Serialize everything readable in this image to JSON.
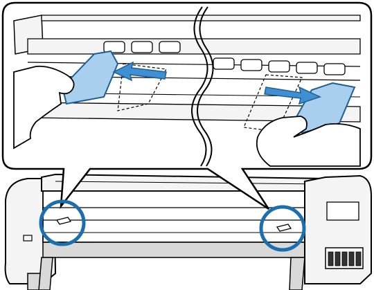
{
  "figure": {
    "subject": "printer",
    "callout_count": 2,
    "colors": {
      "outline": "#000000",
      "background": "#ffffff",
      "plate_fill": "#a8cfee",
      "plate_stroke": "#1d5f93",
      "arrow_fill": "#3f8fd2",
      "marker_ring": "#1b6fae",
      "printer_light": "#f4f4f4",
      "printer_mid": "#d9d9d9"
    },
    "icons": [
      "left-arrow-icon",
      "right-arrow-icon",
      "circle-marker-left",
      "circle-marker-right"
    ]
  }
}
